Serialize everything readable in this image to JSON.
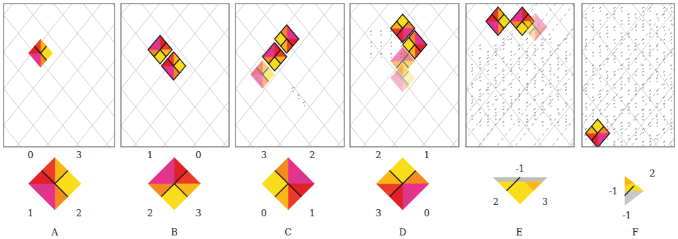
{
  "diagram": {
    "labels": [
      "0",
      "3",
      "1",
      "2",
      "A",
      "1",
      "0",
      "2",
      "3",
      "B",
      "3",
      "2",
      "0",
      "1",
      "C",
      "2",
      "1",
      "3",
      "0",
      "D",
      "-1",
      "2",
      "3",
      "E",
      "-1",
      "2",
      "-1",
      "F"
    ]
  }
}
